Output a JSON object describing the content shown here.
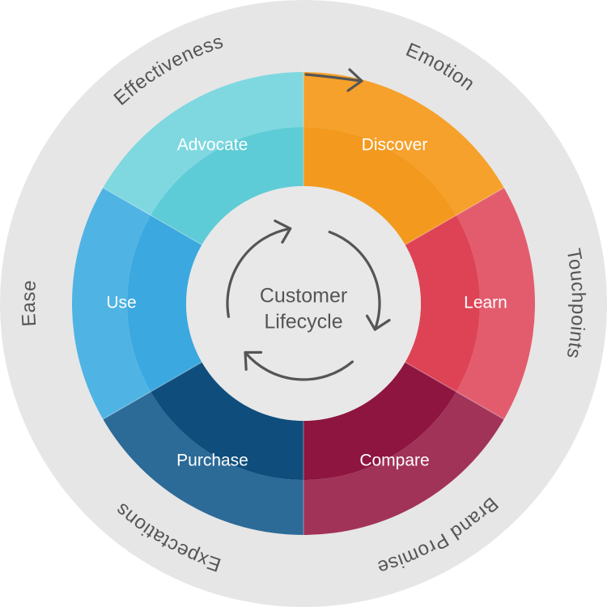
{
  "center": {
    "line1": "Customer",
    "line2": "Lifecycle"
  },
  "segments": [
    {
      "label": "Discover",
      "color": "#F6A12B",
      "inner_color": "#F39A1E"
    },
    {
      "label": "Learn",
      "color": "#E35C6E",
      "inner_color": "#DD4355"
    },
    {
      "label": "Compare",
      "color": "#A23358",
      "inner_color": "#8E1540"
    },
    {
      "label": "Purchase",
      "color": "#2C6A98",
      "inner_color": "#0F4E7C"
    },
    {
      "label": "Use",
      "color": "#4FB4E4",
      "inner_color": "#3BA8DF"
    },
    {
      "label": "Advocate",
      "color": "#7FD8E0",
      "inner_color": "#5ECCD6"
    }
  ],
  "outer_ring": [
    {
      "label": "Emotion"
    },
    {
      "label": "Touchpoints"
    },
    {
      "label": "Expectations"
    },
    {
      "label": "Brand Promise"
    },
    {
      "label": "Ease"
    },
    {
      "label": "Effectiveness"
    }
  ],
  "colors": {
    "ring": "#E6E6E6",
    "center": "#E8E8E8",
    "arrow": "#555555"
  }
}
